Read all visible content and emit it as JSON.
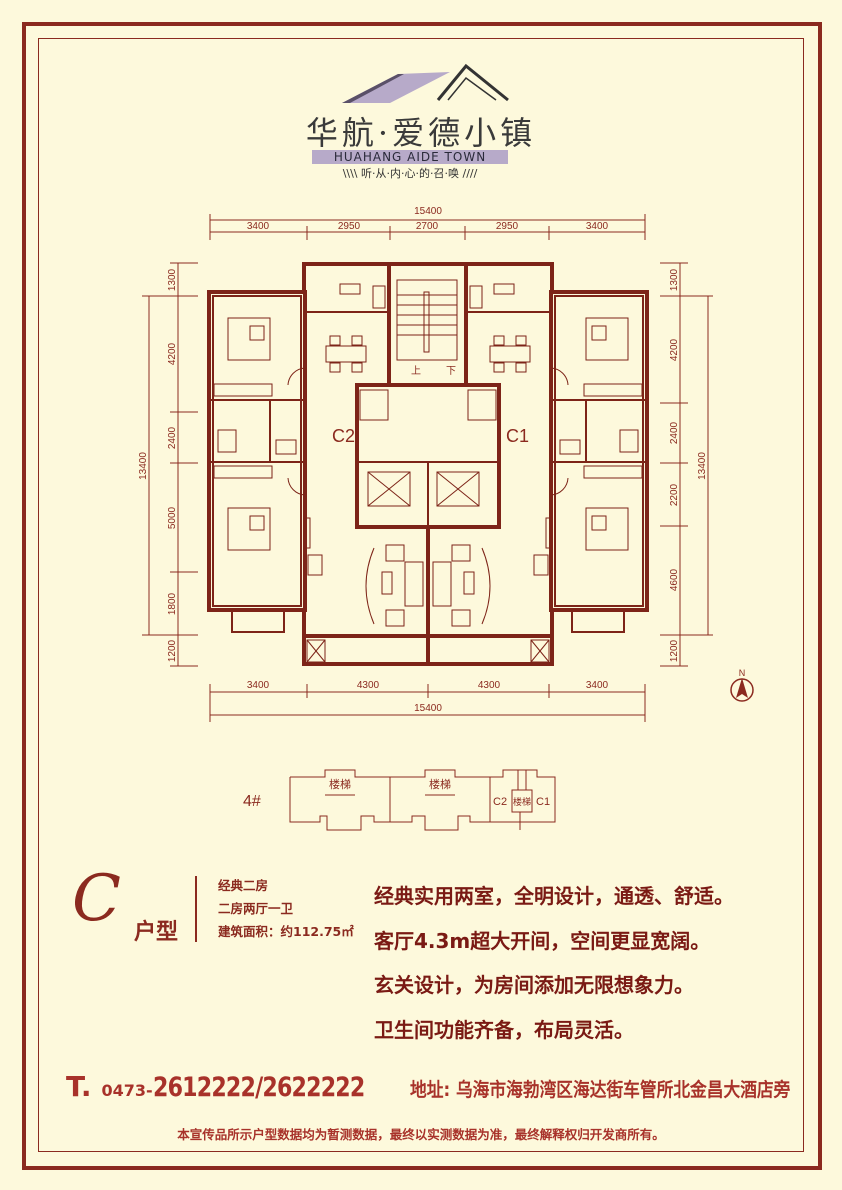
{
  "colors": {
    "primary": "#8b2a1f",
    "background": "#fdf9dc",
    "banner": "#b7aac9"
  },
  "brand": {
    "name_cn": "华航·爱德小镇",
    "name_en": "HUAHANG AIDE TOWN",
    "slogan": "\\\\\\\\ 听·从·内·心·的·召·唤 ////"
  },
  "floorplan": {
    "dims_top": {
      "total": "15400",
      "segments": [
        "3400",
        "2950",
        "2700",
        "2950",
        "3400"
      ]
    },
    "dims_bottom": {
      "total": "15400",
      "segments": [
        "3400",
        "4300",
        "4300",
        "3400"
      ]
    },
    "dims_left": {
      "total": "13400",
      "segments": [
        "1300",
        "4200",
        "2400",
        "5000",
        "1800",
        "1200"
      ]
    },
    "dims_right": {
      "total": "13400",
      "segments": [
        "1300",
        "4200",
        "2400",
        "2200",
        "4600",
        "1200"
      ]
    },
    "unit_labels": [
      "C2",
      "C1"
    ],
    "stair_up": "上",
    "stair_down": "下",
    "north": "N"
  },
  "keyplan": {
    "building": "4#",
    "stair_label": "楼梯",
    "units": [
      "C2",
      "C1"
    ]
  },
  "unit": {
    "letter": "C",
    "type_label": "户型",
    "features": [
      "经典二房",
      "二房两厅一卫",
      "建筑面积：约112.75㎡"
    ]
  },
  "highlights": [
    "经典实用两室，全明设计，通透、舒适。",
    "客厅4.3m超大开间，空间更显宽阔。",
    "玄关设计，为房间添加无限想象力。",
    "卫生间功能齐备，布局灵活。"
  ],
  "contact": {
    "phone_prefix": "T.",
    "area_code": "0473-",
    "phone": "2612222/2622222",
    "address_label": "地址:",
    "address": "乌海市海勃湾区海达街车管所北金昌大酒店旁"
  },
  "disclaimer": "本宣传品所示户型数据均为暂测数据，最终以实测数据为准，最终解释权归开发商所有。"
}
